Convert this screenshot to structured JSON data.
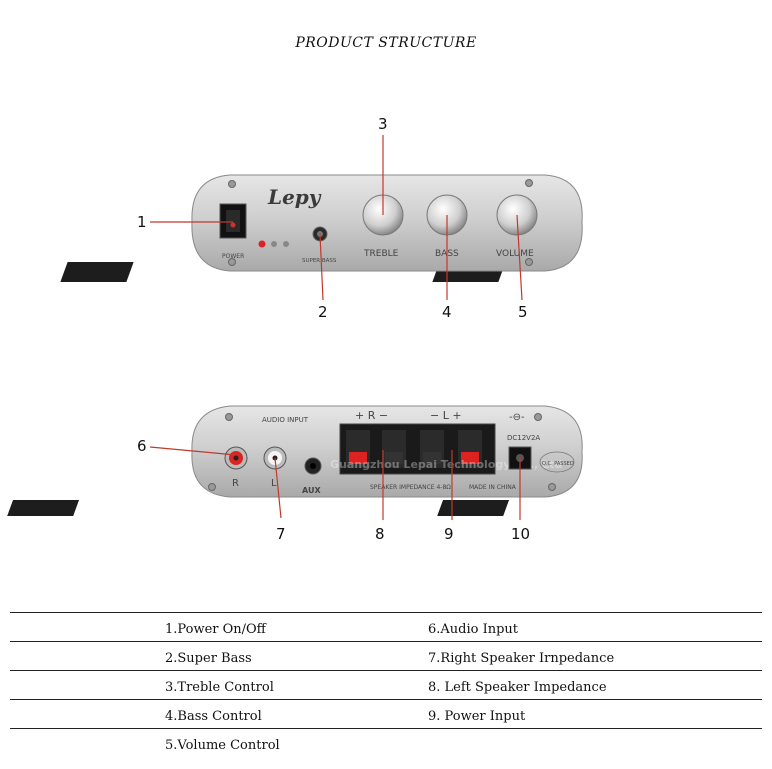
{
  "title": "PRODUCT STRUCTURE",
  "front_panel": {
    "brand": "Lepy",
    "power_label": "POWER",
    "super_bass_label": "SUPER BASS",
    "treble_label": "TREBLE",
    "bass_label": "BASS",
    "volume_label": "VOLUME"
  },
  "rear_panel": {
    "audio_input_label": "AUDIO INPUT",
    "r_label": "R",
    "l_label": "L",
    "aux_label": "AUX",
    "speaker_r_label": "+ R −",
    "speaker_l_label": "− L +",
    "speaker_impedance_label": "SPEAKER IMPEDANCE 4-8Ω",
    "made_in_label": "MADE IN CHINA",
    "dc_label": "DC12V2A",
    "qc_label": "Q.C. PASSED",
    "watermark": "Guangzhou Lepai Technology Co., Ltd"
  },
  "callouts": {
    "n1": "1",
    "n2": "2",
    "n3": "3",
    "n4": "4",
    "n5": "5",
    "n6": "6",
    "n7": "7",
    "n8": "8",
    "n9": "9",
    "n10": "10"
  },
  "legend": [
    {
      "left": "1.Power On/Off",
      "right": "6.Audio Input"
    },
    {
      "left": "2.Super Bass",
      "right": "7.Right Speaker Irnpedance"
    },
    {
      "left": "3.Treble Control",
      "right": "8. Left Speaker Impedance"
    },
    {
      "left": "4.Bass Control",
      "right": "9. Power Input"
    },
    {
      "left": "5.Volume Control",
      "right": ""
    }
  ]
}
